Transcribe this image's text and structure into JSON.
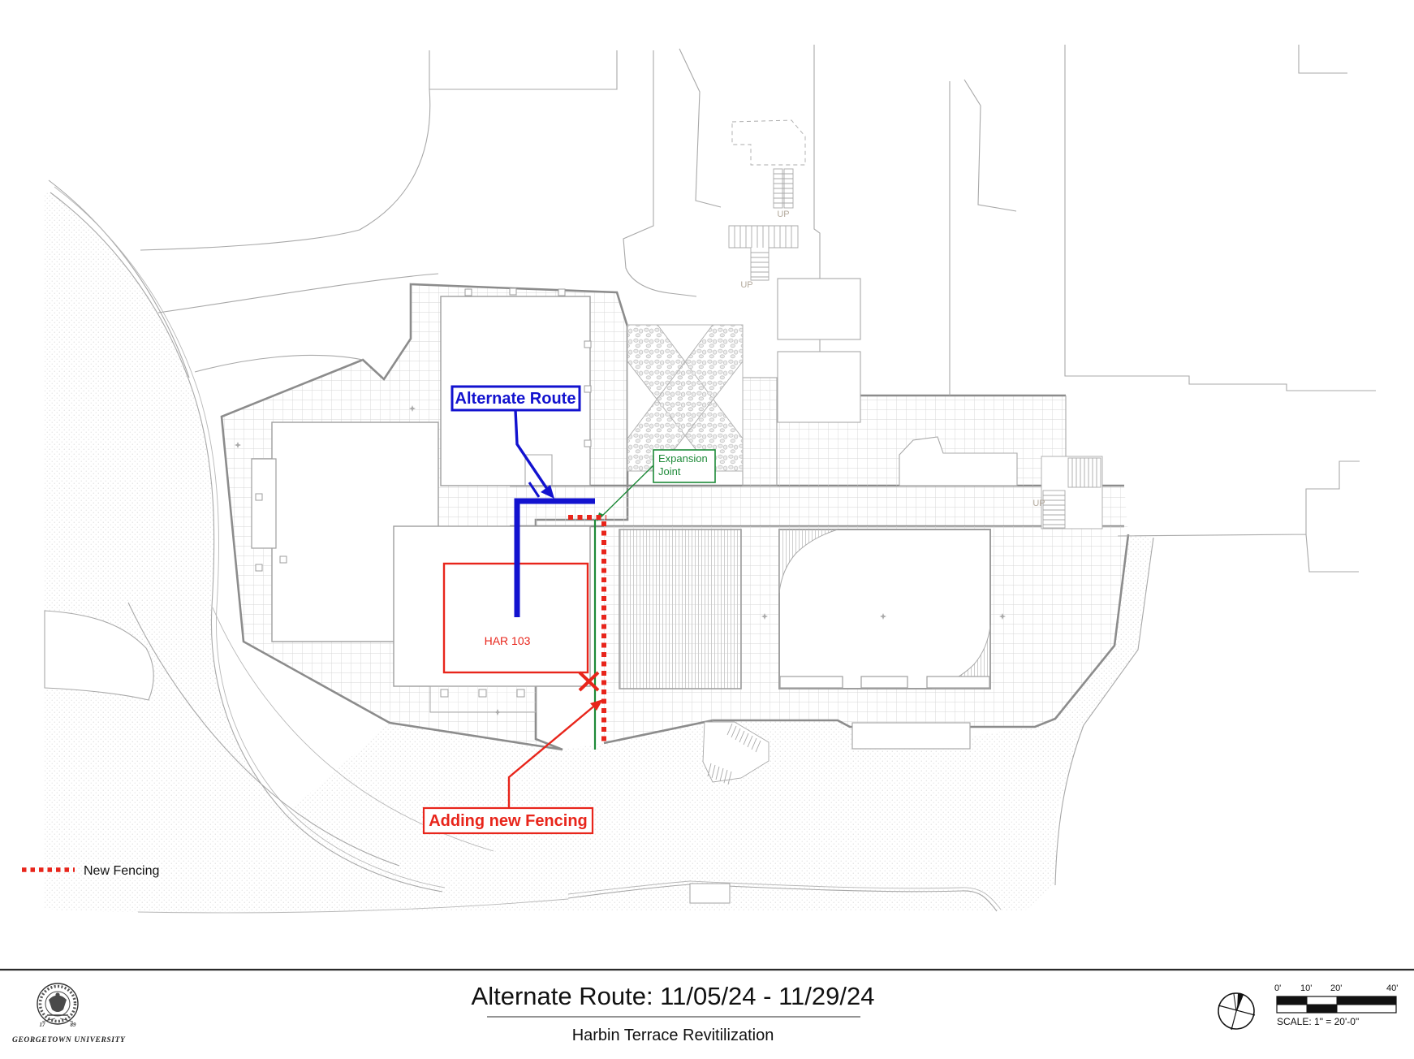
{
  "annotations": {
    "alternate_route": {
      "label": "Alternate Route"
    },
    "expansion_joint": {
      "line1": "Expansion",
      "line2": "Joint"
    },
    "har": {
      "label": "HAR 103"
    },
    "fencing": {
      "label": "Adding new Fencing"
    }
  },
  "legend": {
    "new_fencing_label": "New Fencing"
  },
  "stairs": {
    "up": "UP"
  },
  "title_block": {
    "title": "Alternate Route: 11/05/24 - 11/29/24",
    "subtitle": "Harbin Terrace Revitilization",
    "university": "GEORGETOWN UNIVERSITY",
    "year_left": "17",
    "year_right": "89"
  },
  "scale_bar": {
    "tick0": "0'",
    "tick10": "10'",
    "tick20": "20'",
    "tick40": "40'",
    "label": "SCALE: 1\" = 20'-0\""
  },
  "colors": {
    "route_blue": "#1212cf",
    "fence_red": "#e8251b",
    "joint_green": "#1d8a38"
  }
}
